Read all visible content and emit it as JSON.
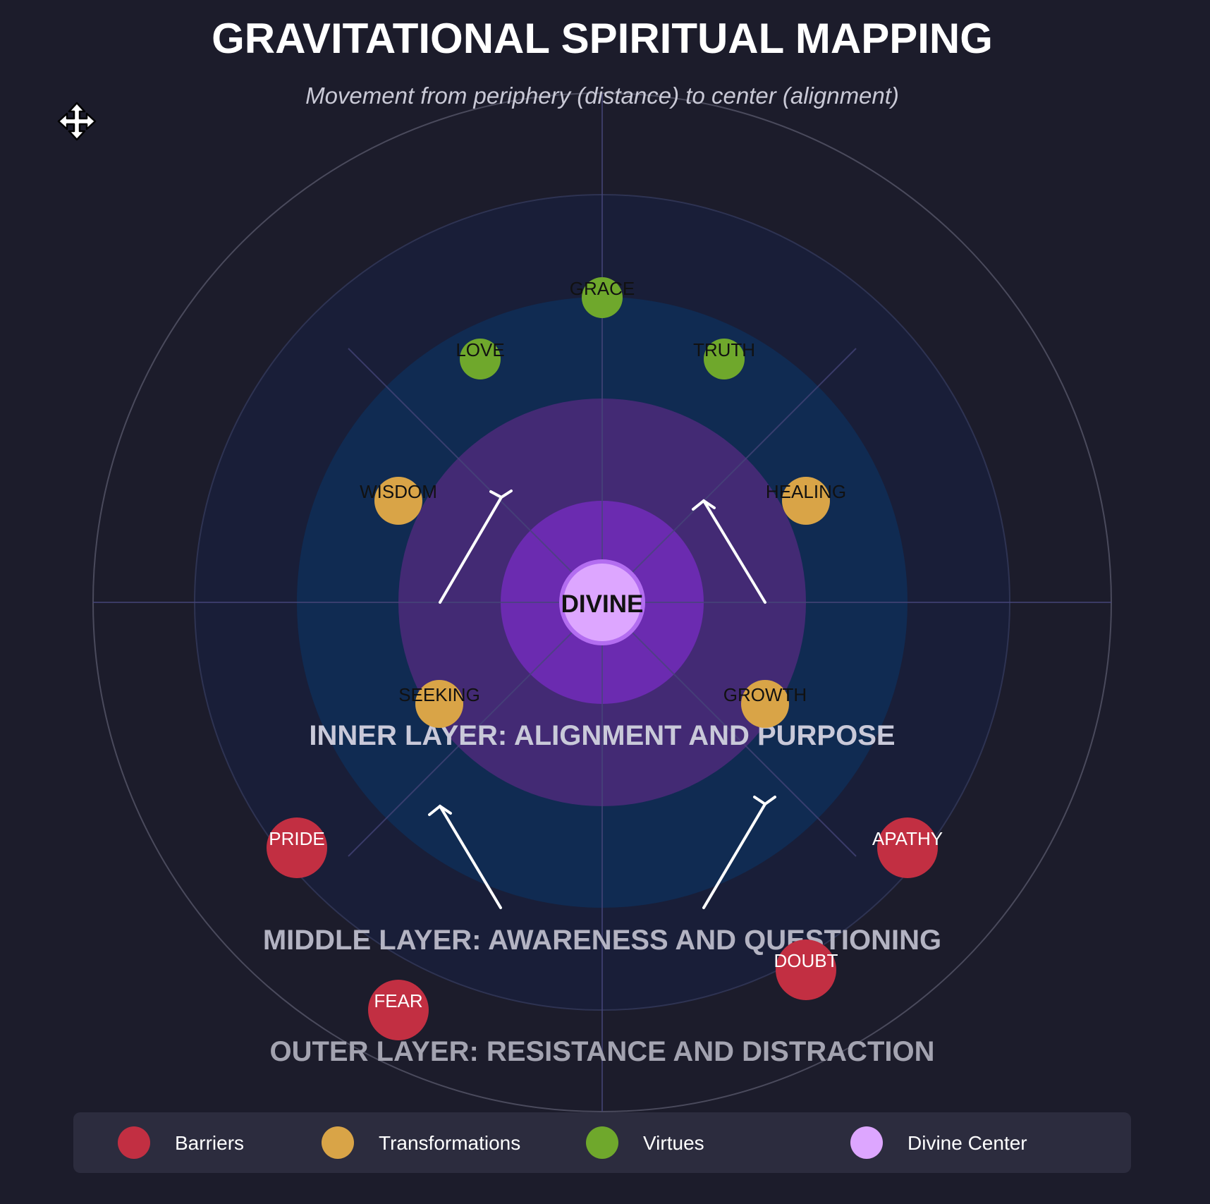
{
  "title": "GRAVITATIONAL SPIRITUAL MAPPING",
  "subtitle": "Movement from periphery (distance) to center (alignment)",
  "move_icon": "move-arrows-icon",
  "colors": {
    "background": "#1c1c2b",
    "barrier": "#c22f42",
    "transformation": "#d9a447",
    "virtue": "#6fa82c",
    "divine": "#dda6ff"
  },
  "center": {
    "label": "DIVINE"
  },
  "layers": {
    "inner": "INNER LAYER: ALIGNMENT AND PURPOSE",
    "middle": "MIDDLE LAYER: AWARENESS AND QUESTIONING",
    "outer": "OUTER LAYER: RESISTANCE AND DISTRACTION"
  },
  "nodes": [
    {
      "label": "GRACE",
      "category": "virtue"
    },
    {
      "label": "LOVE",
      "category": "virtue"
    },
    {
      "label": "TRUTH",
      "category": "virtue"
    },
    {
      "label": "WISDOM",
      "category": "transformation"
    },
    {
      "label": "HEALING",
      "category": "transformation"
    },
    {
      "label": "SEEKING",
      "category": "transformation"
    },
    {
      "label": "GROWTH",
      "category": "transformation"
    },
    {
      "label": "PRIDE",
      "category": "barrier"
    },
    {
      "label": "APATHY",
      "category": "barrier"
    },
    {
      "label": "DOUBT",
      "category": "barrier"
    },
    {
      "label": "FEAR",
      "category": "barrier"
    }
  ],
  "legend": [
    {
      "label": "Barriers",
      "category": "barrier"
    },
    {
      "label": "Transformations",
      "category": "transformation"
    },
    {
      "label": "Virtues",
      "category": "virtue"
    },
    {
      "label": "Divine Center",
      "category": "divine"
    }
  ]
}
